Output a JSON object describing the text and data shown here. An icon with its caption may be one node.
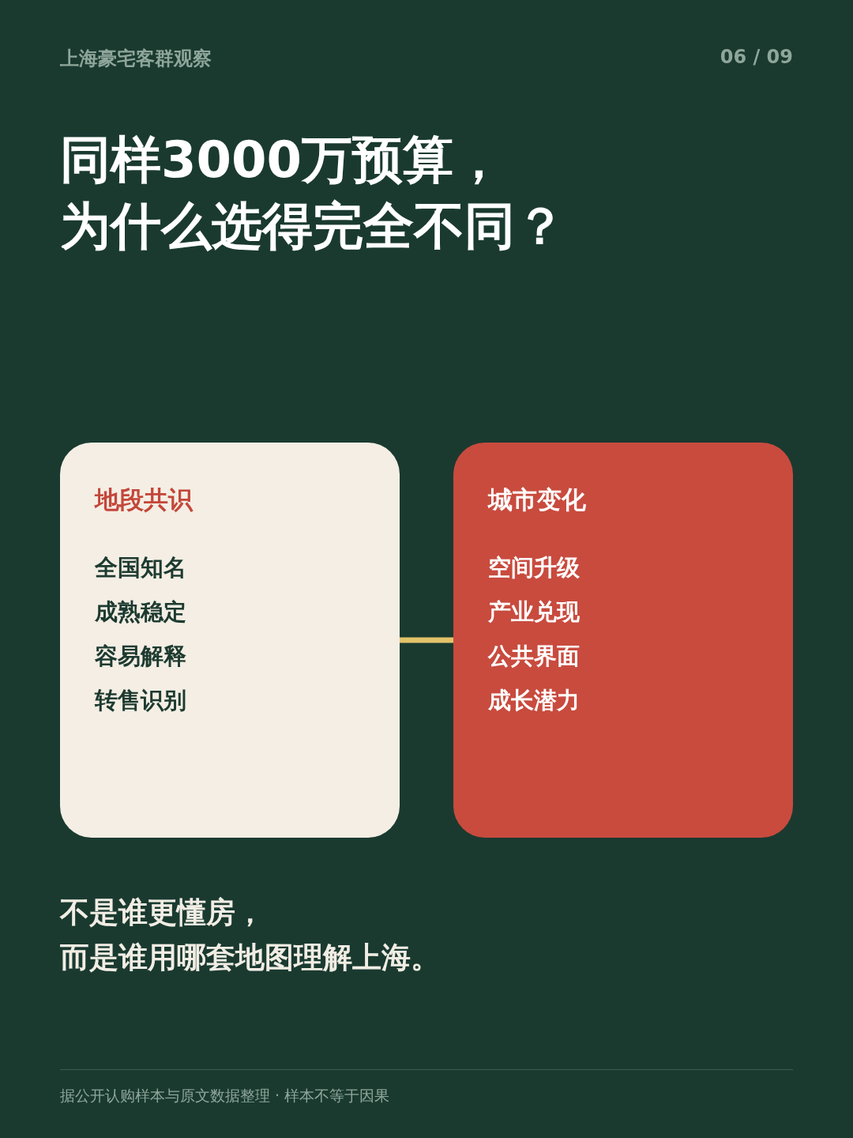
{
  "diagram": {
    "title": "同样3000万预算，为什么选得完全不同？",
    "nodes": [
      {
        "text": [
          "地段共识",
          "全国知名",
          "成熟稳定",
          "容易解释",
          "转售识别"
        ]
      },
      {
        "text": [
          "城市变化",
          "空间升级",
          "产业兑现",
          "公共界面",
          "成长潜力"
        ]
      }
    ],
    "edges": [
      {
        "from": 0,
        "to": 1,
        "arrow": "none"
      }
    ],
    "labels": [
      "上海豪宅客群观察",
      "06 / 09",
      "不是谁更懂房，而是谁用哪套地图理解上海。",
      "据公开认购样本与原文数据整理 · 样本不等于因果"
    ]
  }
}
